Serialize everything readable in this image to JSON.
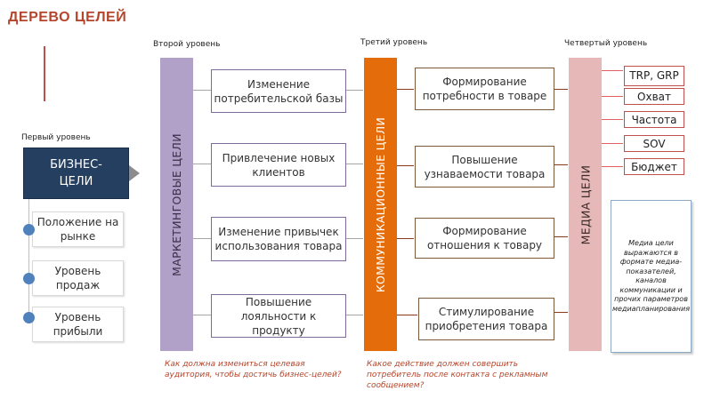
{
  "title": "ДЕРЕВО ЦЕЛЕЙ",
  "levels": {
    "first": "Первый уровень",
    "second": "Второй уровень",
    "third": "Третий уровень",
    "fourth": "Четвертый уровень"
  },
  "business": {
    "label": "БИЗНЕС-\nЦЕЛИ",
    "items": [
      "Положение на рынке",
      "Уровень продаж",
      "Уровень прибыли"
    ]
  },
  "marketing": {
    "bar_label": "МАРКЕТИНГОВЫЕ ЦЕЛИ",
    "items": [
      "Изменение потребительской базы",
      "Привлечение новых клиентов",
      "Изменение привычек использования товара",
      "Повышение лояльности к продукту"
    ],
    "caption": "Как должна измениться целевая аудитория, чтобы достичь бизнес-целей?"
  },
  "communication": {
    "bar_label": "КОММУНИКАЦИОННЫЕ ЦЕЛИ",
    "items": [
      "Формирование потребности в товаре",
      "Повышение узнаваемости товара",
      "Формирование отношения к товару",
      "Стимулирование приобретения товара"
    ],
    "caption": "Какое действие должен совершить потребитель после контакта с рекламным сообщением?"
  },
  "media": {
    "bar_label": "МЕДИА ЦЕЛИ",
    "items": [
      "TRP, GRP",
      "Охват",
      "Частота",
      "SOV",
      "Бюджет"
    ],
    "note": "Медиа цели выражаются в формате медиа-показателей, каналов коммуникации и прочих параметров медиапланирования"
  },
  "colors": {
    "title": "#b5452b",
    "business_box": "#243f60",
    "marketing_bar": "#b1a0c7",
    "communication_bar": "#e46c0a",
    "media_bar": "#e6b9b8",
    "bullet": "#4f81bd"
  }
}
